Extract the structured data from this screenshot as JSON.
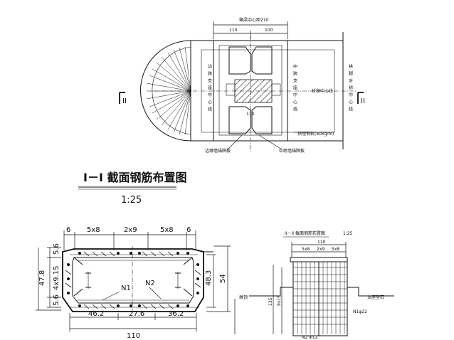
{
  "plan": {
    "top_dim_title": "箱梁中心距210",
    "top_dim_left": "110",
    "top_dim_right": "100",
    "left_label": "边跨支座中心线",
    "mid_label": "中跨支座中心线",
    "right_label": "拱脚对称中心线",
    "pier_label": "桥墩中心线",
    "center_dim": "110",
    "steel_label": "预埋钢轨(60kg/m)",
    "side_block_left": "边墩墙锚隔板",
    "side_block_mid": "中跨墙锚隔板",
    "section_mark": "II"
  },
  "section_title": {
    "title": "I－I 截面钢筋布置图",
    "scale": "1:25"
  },
  "section": {
    "top_dims": [
      "6",
      "5x8",
      "2x9",
      "5x8",
      "6"
    ],
    "left_dims": [
      "5.6",
      "4x9.15",
      "5.6"
    ],
    "left_total": "47.8",
    "right_inner": "48.3",
    "right_total": "54",
    "bottom_dims": [
      "46.2",
      "27.6",
      "36.2"
    ],
    "bottom_total": "110",
    "bar_n1": "N1",
    "bar_n2": "N2"
  },
  "small": {
    "title": "II－II 截面钢筋布置图",
    "scale": "1:25",
    "dim_top": "110",
    "dims_row": [
      "5x8",
      "2x9",
      "5x8"
    ],
    "left_label": "墩顶",
    "right_label": "支座垫石",
    "side_dims": [
      "135",
      "9x15"
    ],
    "note1": "N1φ22",
    "note2": "N2 Φ12"
  }
}
